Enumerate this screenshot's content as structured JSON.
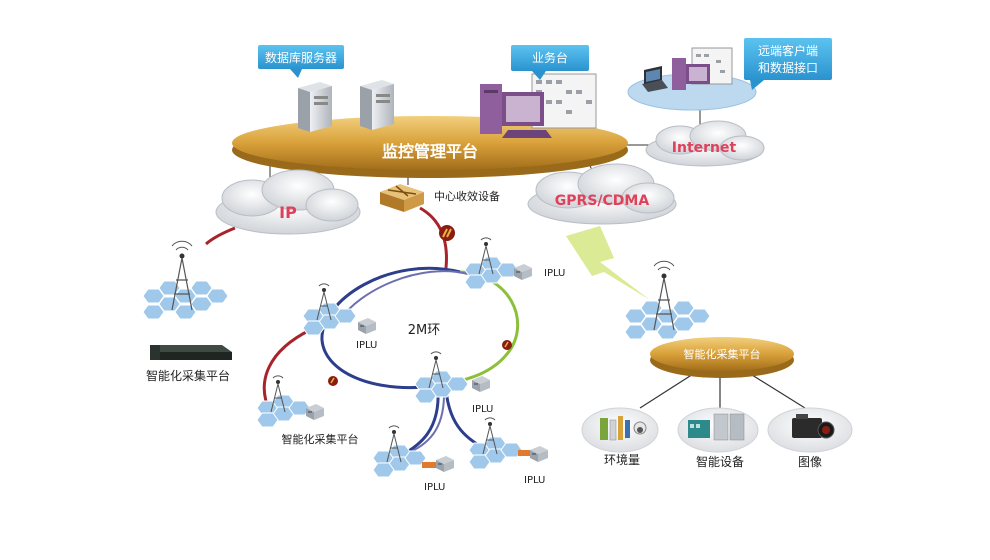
{
  "labels": {
    "db_server": "数据库服务器",
    "business_desk": "业务台",
    "remote_client_line1": "远端客户端",
    "remote_client_line2": "和数据接口",
    "platform": "监控管理平台",
    "internet": "Internet",
    "ip": "IP",
    "center_device": "中心收效设备",
    "gprs": "GPRS/CDMA",
    "ring": "2M环",
    "iplu": "IPLU",
    "acq_platform": "智能化采集平台",
    "env": "环境量",
    "smart_device": "智能设备",
    "image": "图像"
  },
  "colors": {
    "platform_gold": "#d9a13a",
    "callout_blue": "#3aa9e0",
    "cloud_red_text": "#e0405a",
    "ring_blue": "#2c3e8c",
    "ring_green": "#8cbf3a",
    "link_red": "#a8242c",
    "lightning": "#d6e88a",
    "remote_disc": "#bcd9ef"
  }
}
